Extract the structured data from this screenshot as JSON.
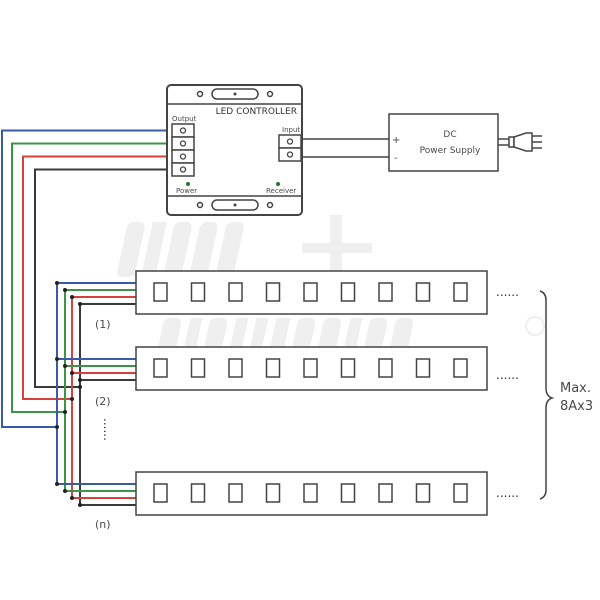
{
  "watermark": {
    "line1": "alpha",
    "line2": "elettronica",
    "registered": "®"
  },
  "controller": {
    "title": "LED CONTROLLER",
    "output_label": "Output",
    "input_label": "Input",
    "power_label": "Power",
    "receiver_label": "Receiver",
    "indicator_color": "#1e7a32"
  },
  "power_supply": {
    "line1": "DC",
    "line2": "Power Supply",
    "plus": "+",
    "minus": "-"
  },
  "strips": [
    {
      "label": "(1)",
      "led_count": 9,
      "continuation": "......"
    },
    {
      "label": "(2)",
      "led_count": 9,
      "continuation": "......"
    },
    {
      "label": "(n)",
      "led_count": 9,
      "continuation": "......"
    }
  ],
  "vertical_ellipsis": "......",
  "max_load": {
    "line1": "Max.",
    "line2": "8Ax3"
  },
  "wire_colors": {
    "blue": "#3a5ba8",
    "green": "#3c9448",
    "red": "#d8403a",
    "black": "#3a3a3a"
  }
}
